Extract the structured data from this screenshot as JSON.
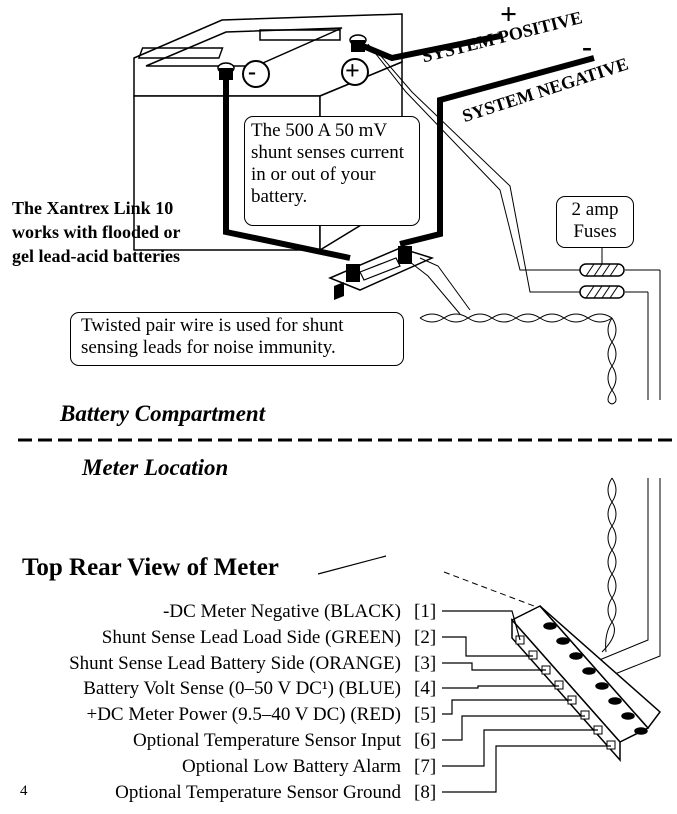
{
  "battery": {
    "negative_symbol": "-",
    "positive_symbol": "+"
  },
  "terminals": {
    "plus_sign": "+",
    "minus_sign": "-",
    "system_positive": "SYSTEM POSITIVE",
    "system_negative": "SYSTEM NEGATIVE"
  },
  "callouts": {
    "shunt_lines": [
      "The 500 A 50 mV",
      "shunt senses current",
      "in or out of your",
      "battery."
    ],
    "fuses_lines": [
      "2 amp",
      "Fuses"
    ],
    "twisted_lines": [
      "Twisted pair wire is used for shunt",
      "sensing leads for noise immunity."
    ]
  },
  "compat_note_lines": [
    "The Xantrex Link 10",
    "works with flooded or",
    "gel lead-acid batteries"
  ],
  "sections": {
    "battery_compartment": "Battery Compartment",
    "meter_location": "Meter Location",
    "rear_view_title": "Top Rear View of Meter"
  },
  "pins": [
    {
      "label": "-DC Meter Negative (BLACK)",
      "num": "[1]"
    },
    {
      "label": "Shunt Sense Lead Load Side (GREEN)",
      "num": "[2]"
    },
    {
      "label": "Shunt Sense Lead Battery Side (ORANGE)",
      "num": "[3]"
    },
    {
      "label": "Battery Volt Sense (0–50 V DC¹) (BLUE)",
      "num": "[4]"
    },
    {
      "label": "+DC Meter Power (9.5–40 V DC) (RED)",
      "num": "[5]"
    },
    {
      "label": "Optional Temperature Sensor Input",
      "num": "[6]"
    },
    {
      "label": "Optional Low Battery Alarm",
      "num": "[7]"
    },
    {
      "label": "Optional Temperature Sensor Ground",
      "num": "[8]"
    }
  ],
  "page_number": "4"
}
